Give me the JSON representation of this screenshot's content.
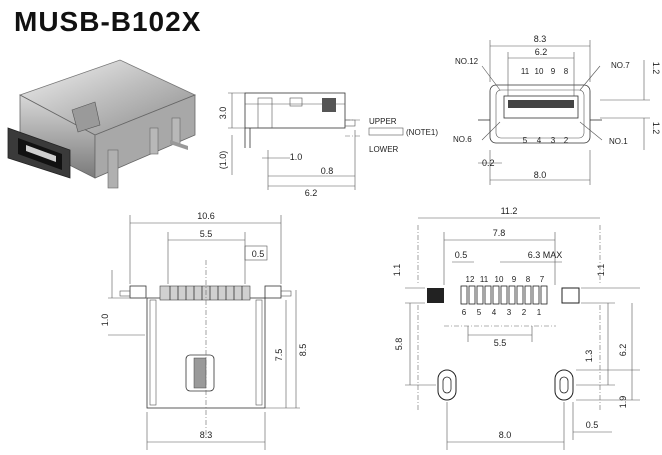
{
  "title": "MUSB-B102X",
  "side_view": {
    "dims": {
      "d30": "3.0",
      "d10p": "(1.0)",
      "d10": "1.0",
      "d08": "0.8",
      "d62": "6.2"
    },
    "labels": {
      "upper": "UPPER",
      "note": "(NOTE1)",
      "lower": "LOWER"
    }
  },
  "front_view": {
    "dims": {
      "d83": "8.3",
      "d62": "6.2",
      "d12a": "1.2",
      "d12b": "1.2",
      "d02": "0.2",
      "d80": "8.0"
    },
    "labels": {
      "no12": "NO.12",
      "no7": "NO.7",
      "no6": "NO.6",
      "no1": "NO.1"
    },
    "pins_top": [
      "11",
      "10",
      "9",
      "8"
    ],
    "pins_bottom": [
      "5",
      "4",
      "3",
      "2"
    ]
  },
  "top_view": {
    "dims": {
      "d106": "10.6",
      "d55": "5.5",
      "d05": "0.5",
      "d10": "1.0",
      "d75": "7.5",
      "d85": "8.5",
      "d83": "8.3"
    }
  },
  "footprint": {
    "dims": {
      "d112": "11.2",
      "d78": "7.8",
      "d05a": "0.5",
      "d63": "6.3 MAX",
      "d11a": "1.1",
      "d11b": "1.1",
      "d58": "5.8",
      "d55": "5.5",
      "d13": "1.3",
      "d62": "6.2",
      "d19": "1.9",
      "d80": "8.0",
      "d05b": "0.5"
    },
    "pins_top": [
      "12",
      "11",
      "10",
      "9",
      "8",
      "7"
    ],
    "pins_bottom": [
      "6",
      "5",
      "4",
      "3",
      "2",
      "1"
    ]
  }
}
